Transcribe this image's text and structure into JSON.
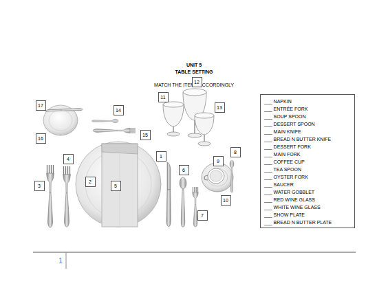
{
  "diagram": {
    "title": "UNIT 5",
    "nodes": [
      {
        "text": [
          "1"
        ]
      },
      {
        "text": [
          "2"
        ]
      },
      {
        "text": [
          "3"
        ]
      },
      {
        "text": [
          "4"
        ]
      },
      {
        "text": [
          "5"
        ]
      },
      {
        "text": [
          "6"
        ]
      },
      {
        "text": [
          "7"
        ]
      },
      {
        "text": [
          "8"
        ]
      },
      {
        "text": [
          "9"
        ]
      },
      {
        "text": [
          "10"
        ]
      },
      {
        "text": [
          "11"
        ]
      },
      {
        "text": [
          "12"
        ]
      },
      {
        "text": [
          "13"
        ]
      },
      {
        "text": [
          "14"
        ]
      },
      {
        "text": [
          "15"
        ]
      },
      {
        "text": [
          "16"
        ]
      },
      {
        "text": [
          "17"
        ]
      },
      {
        "text": [
          "___ NAPKIN",
          "___ ENTRÉE FORK",
          "___ SOUP SPOON",
          "___ DESSERT SPOON",
          "___ MAIN KNIFE",
          "___ BREAD N BUTTER KNIFE",
          "___ DESSERT FORK",
          "___ MAIN FORK",
          "___ COFFEE CUP",
          "___ TEA SPOON",
          "___ OYSTER FORK",
          "___ SAUCER",
          "___ WATER GOBBLET",
          "___ RED WINE GLASS",
          "___ WHITE WINE GLASS",
          "___ SHOW PLATE",
          "___ BREAD N BUTTER PLATE"
        ]
      }
    ],
    "labels": [
      "TABLE SETTING",
      "MATCH THE ITEMS ACCORDINGLY",
      "1"
    ]
  }
}
